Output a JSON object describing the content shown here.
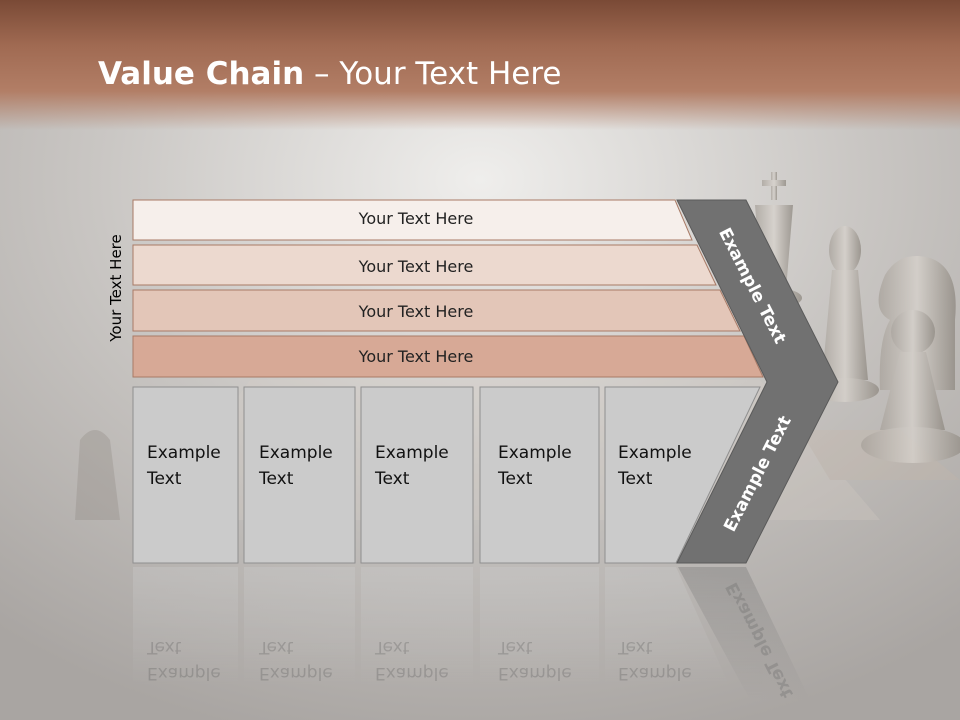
{
  "slide": {
    "title_bold": "Value Chain",
    "title_rest": " – Your Text Here",
    "vertical_label": "Your Text Here",
    "bars": [
      {
        "label": "Your Text Here",
        "fill": "#f6efeb"
      },
      {
        "label": "Your Text Here",
        "fill": "#ecd9cf"
      },
      {
        "label": "Your Text Here",
        "fill": "#e3c6b8"
      },
      {
        "label": "Your Text Here",
        "fill": "#d7a996"
      }
    ],
    "boxes": [
      {
        "label": "Example\nText"
      },
      {
        "label": "Example\nText"
      },
      {
        "label": "Example\nText"
      },
      {
        "label": "Example\nText"
      },
      {
        "label": "Example\nText"
      }
    ],
    "chevron_top_label": "Example Text",
    "chevron_bottom_label": "Example Text",
    "colors": {
      "header": "#9c6650",
      "chevron": "#717171",
      "box_fill": "#cbcbcb",
      "bar_border": "#a87a66"
    }
  }
}
